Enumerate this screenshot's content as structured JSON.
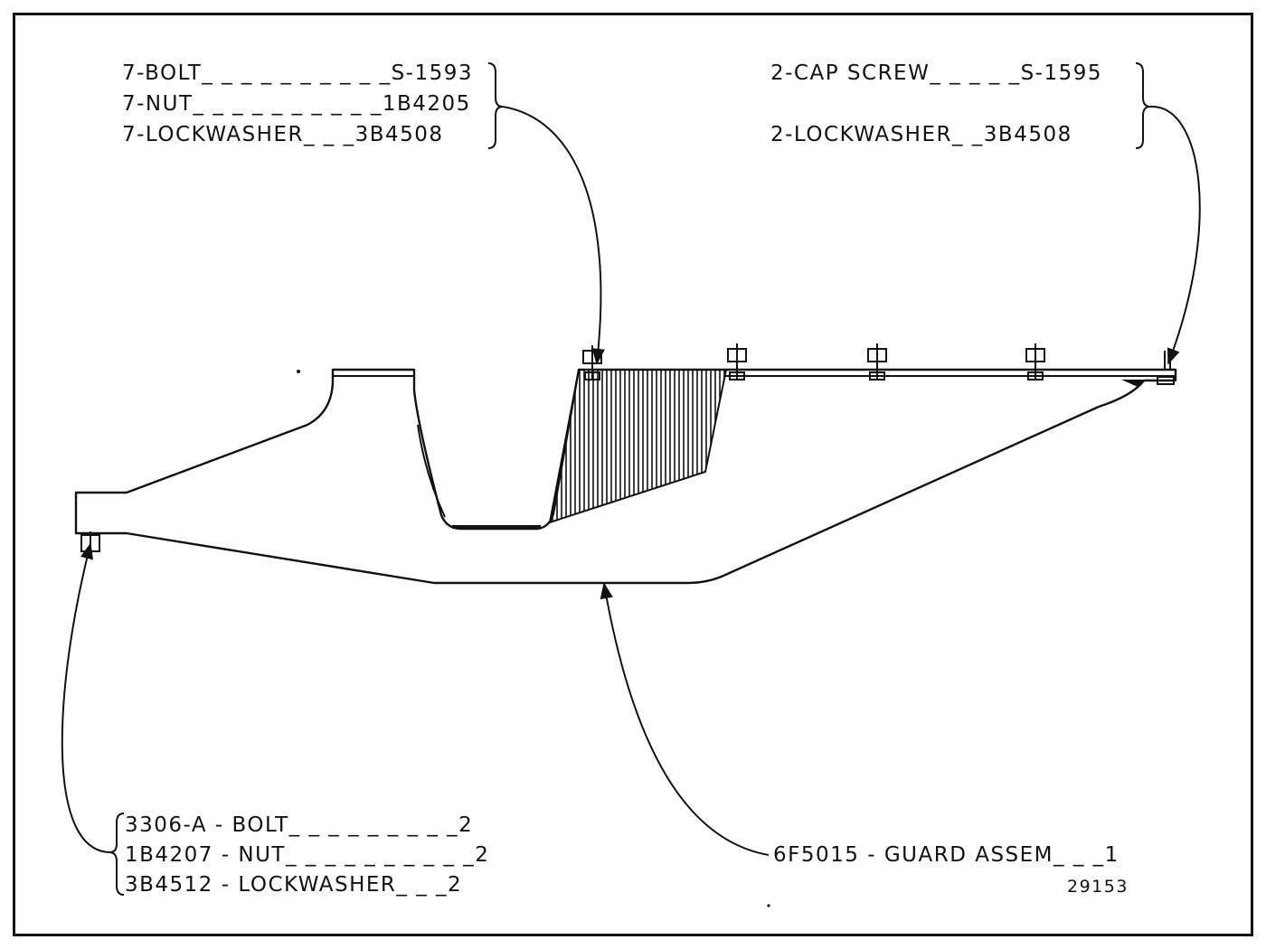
{
  "callouts": {
    "top_left": [
      "7-BOLT_ _ _ _ _ _ _ _ _ _S-1593",
      "7-NUT_ _ _ _ _ _ _ _ _ _1B4205",
      "7-LOCKWASHER_ _ _3B4508"
    ],
    "top_right": [
      "2-CAP SCREW_ _ _ _ _S-1595",
      "2-LOCKWASHER_ _3B4508"
    ],
    "bottom_left": [
      "3306-A - BOLT_ _ _ _ _ _ _ _ _2",
      "1B4207 - NUT_ _ _ _ _ _ _ _ _ _2",
      "3B4512 - LOCKWASHER_ _ _2"
    ],
    "bottom_right": "6F5015 - GUARD ASSEM_ _ _1"
  },
  "figure_number": "29153",
  "colors": {
    "ink": "#111111",
    "paper": "#ffffff"
  }
}
